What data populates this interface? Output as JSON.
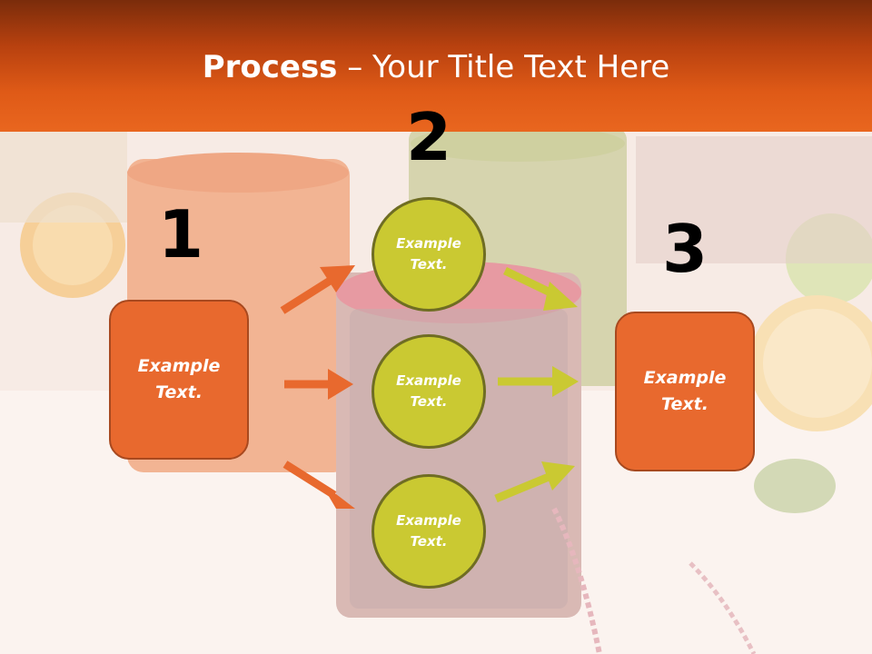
{
  "slide": {
    "title_bold": "Process",
    "title_rest": " – Your Title Text Here"
  },
  "steps": [
    {
      "number": "1",
      "text_line1": "Example",
      "text_line2": "Text."
    },
    {
      "number": "2",
      "items": [
        {
          "text_line1": "Example",
          "text_line2": "Text."
        },
        {
          "text_line1": "Example",
          "text_line2": "Text."
        },
        {
          "text_line1": "Example",
          "text_line2": "Text."
        }
      ]
    },
    {
      "number": "3",
      "text_line1": "Example",
      "text_line2": "Text."
    }
  ],
  "colors": {
    "header": "#df5a17",
    "box_fill": "#e8692e",
    "circle_fill": "#cac932",
    "arrow_orange": "#e8692e",
    "arrow_green": "#cac932"
  }
}
